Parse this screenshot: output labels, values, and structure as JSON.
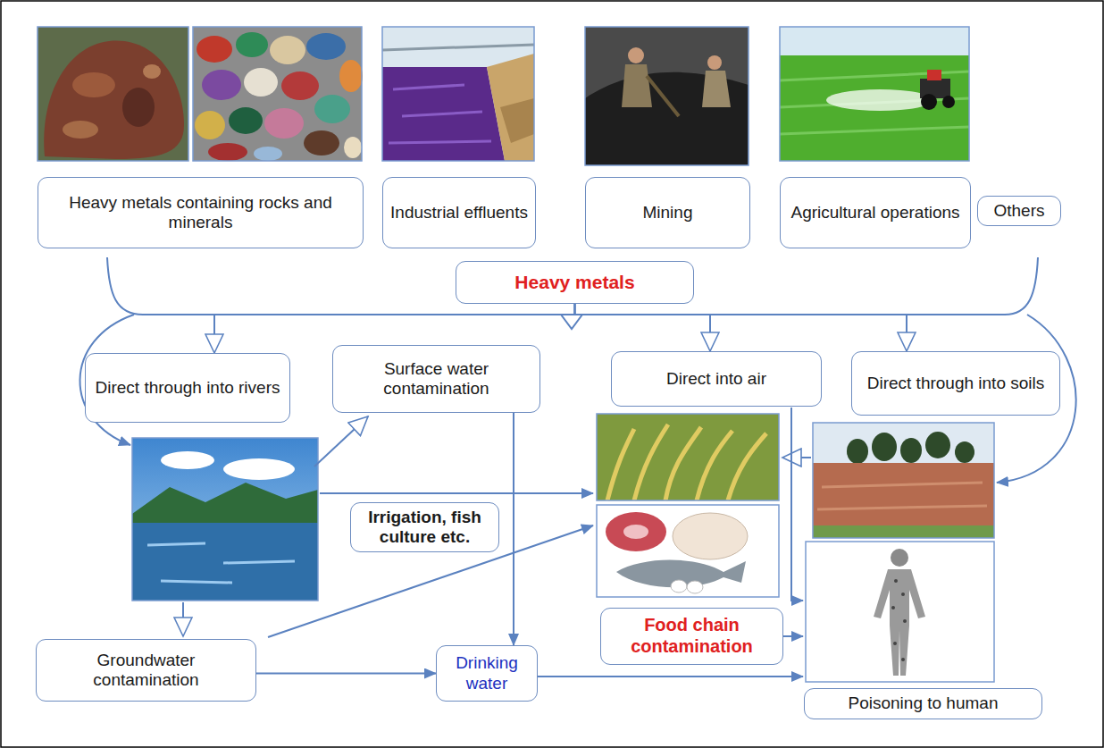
{
  "diagram": {
    "nodes": [
      {
        "text": [
          "Heavy metals containing rocks and minerals"
        ]
      },
      {
        "text": [
          "Industrial effluents"
        ]
      },
      {
        "text": [
          "Mining"
        ]
      },
      {
        "text": [
          "Agricultural operations"
        ]
      },
      {
        "text": [
          "Others"
        ]
      },
      {
        "text": [
          "Heavy metals"
        ]
      },
      {
        "text": [
          "Direct through into rivers"
        ]
      },
      {
        "text": [
          "Surface water contamination"
        ]
      },
      {
        "text": [
          "Direct into air"
        ]
      },
      {
        "text": [
          "Direct through into soils"
        ]
      },
      {
        "text": [
          "Irrigation, fish culture etc."
        ]
      },
      {
        "text": [
          "Groundwater contamination"
        ]
      },
      {
        "text": [
          "Drinking water"
        ]
      },
      {
        "text": [
          "Food chain contamination"
        ]
      },
      {
        "text": [
          "Poisoning to human"
        ]
      }
    ],
    "edges": [
      {
        "from": 5,
        "to": 6,
        "arrow": "to"
      },
      {
        "from": 5,
        "to": 8,
        "arrow": "to"
      },
      {
        "from": 5,
        "to": 9,
        "arrow": "to"
      },
      {
        "from": 7,
        "to": 12,
        "arrow": "to"
      },
      {
        "from": 11,
        "to": 12,
        "arrow": "to"
      }
    ]
  }
}
